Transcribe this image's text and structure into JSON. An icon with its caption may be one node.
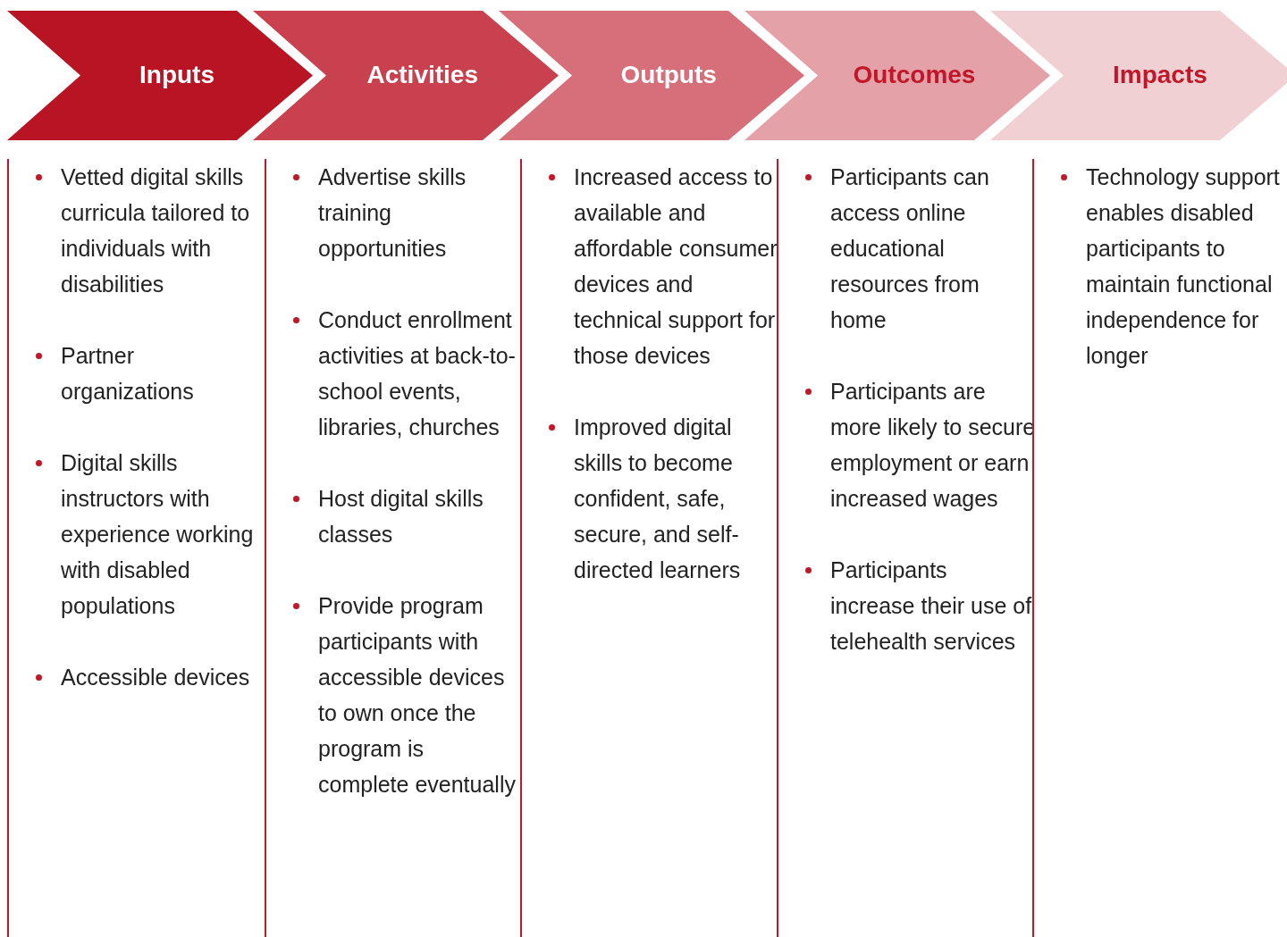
{
  "diagram": {
    "nodes": [
      {
        "text": [
          "Inputs"
        ],
        "beside": [
          "Vetted digital skills curricula tailored to individuals with disabilities",
          "Partner organizations",
          "Digital skills instructors with experience working with disabled populations",
          "Accessible devices"
        ]
      },
      {
        "text": [
          "Activities"
        ],
        "beside": [
          "Advertise skills training opportunities",
          "Conduct enrollment activities at back-to-school events, libraries, churches",
          "Host digital skills classes",
          "Provide program participants with accessible devices to own once the program is complete eventually"
        ]
      },
      {
        "text": [
          "Outputs"
        ],
        "beside": [
          "Increased access to available and affordable consumer devices and technical support for those devices",
          "Improved digital skills to become confident, safe, secure, and self-directed learners"
        ]
      },
      {
        "text": [
          "Outcomes"
        ],
        "beside": [
          "Participants can access online educational resources from home",
          "Participants are more likely to secure employment or earn increased wages",
          "Participants increase their use of telehealth services"
        ]
      },
      {
        "text": [
          "Impacts"
        ],
        "beside": [
          "Technology support enables disabled participants to maintain functional independence for longer"
        ]
      }
    ]
  }
}
